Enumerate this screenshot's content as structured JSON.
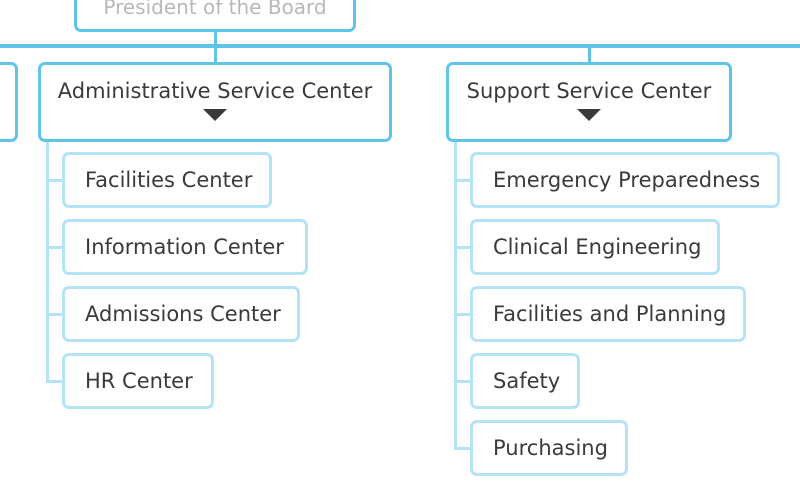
{
  "org_chart": {
    "root": {
      "label": "President of the Board"
    },
    "departments": [
      {
        "label": "Administrative Service Center",
        "children": [
          {
            "label": "Facilities Center"
          },
          {
            "label": "Information Center"
          },
          {
            "label": "Admissions Center"
          },
          {
            "label": "HR Center"
          }
        ]
      },
      {
        "label": "Support Service Center",
        "children": [
          {
            "label": "Emergency Preparedness"
          },
          {
            "label": "Clinical Engineering"
          },
          {
            "label": "Facilities and Planning"
          },
          {
            "label": "Safety"
          },
          {
            "label": "Purchasing"
          }
        ]
      }
    ],
    "colors": {
      "connector": "#5fc3ea",
      "child_border": "#b3e3f5",
      "text": "#3a3a3a",
      "muted_text": "#b8b8b8"
    }
  }
}
